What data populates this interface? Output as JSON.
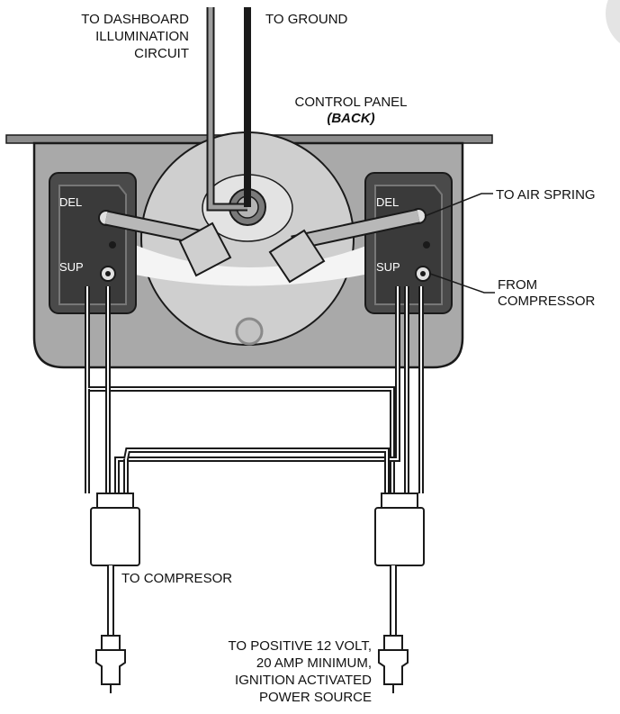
{
  "labels": {
    "dashboard": [
      "TO DASHBOARD",
      "ILLUMINATION",
      "CIRCUIT"
    ],
    "ground": "TO GROUND",
    "control_panel": "CONTROL PANEL",
    "control_panel_sub": "(BACK)",
    "air_spring": "TO AIR SPRING",
    "from_compressor": [
      "FROM",
      "COMPRESSOR"
    ],
    "to_compressor": "TO COMPRESOR",
    "power_source": [
      "TO POSITIVE 12 VOLT,",
      "20 AMP MINIMUM,",
      "IGNITION ACTIVATED",
      "POWER SOURCE"
    ]
  },
  "valves": {
    "left": {
      "del": "DEL",
      "sup": "SUP"
    },
    "right": {
      "del": "DEL",
      "sup": "SUP"
    }
  },
  "colors": {
    "panel": "#a9a9a9",
    "panel_dark": "#4a4a4a",
    "gauge": "#cfcfcf",
    "wire": "#ffffff",
    "stroke": "#1a1a1a"
  }
}
